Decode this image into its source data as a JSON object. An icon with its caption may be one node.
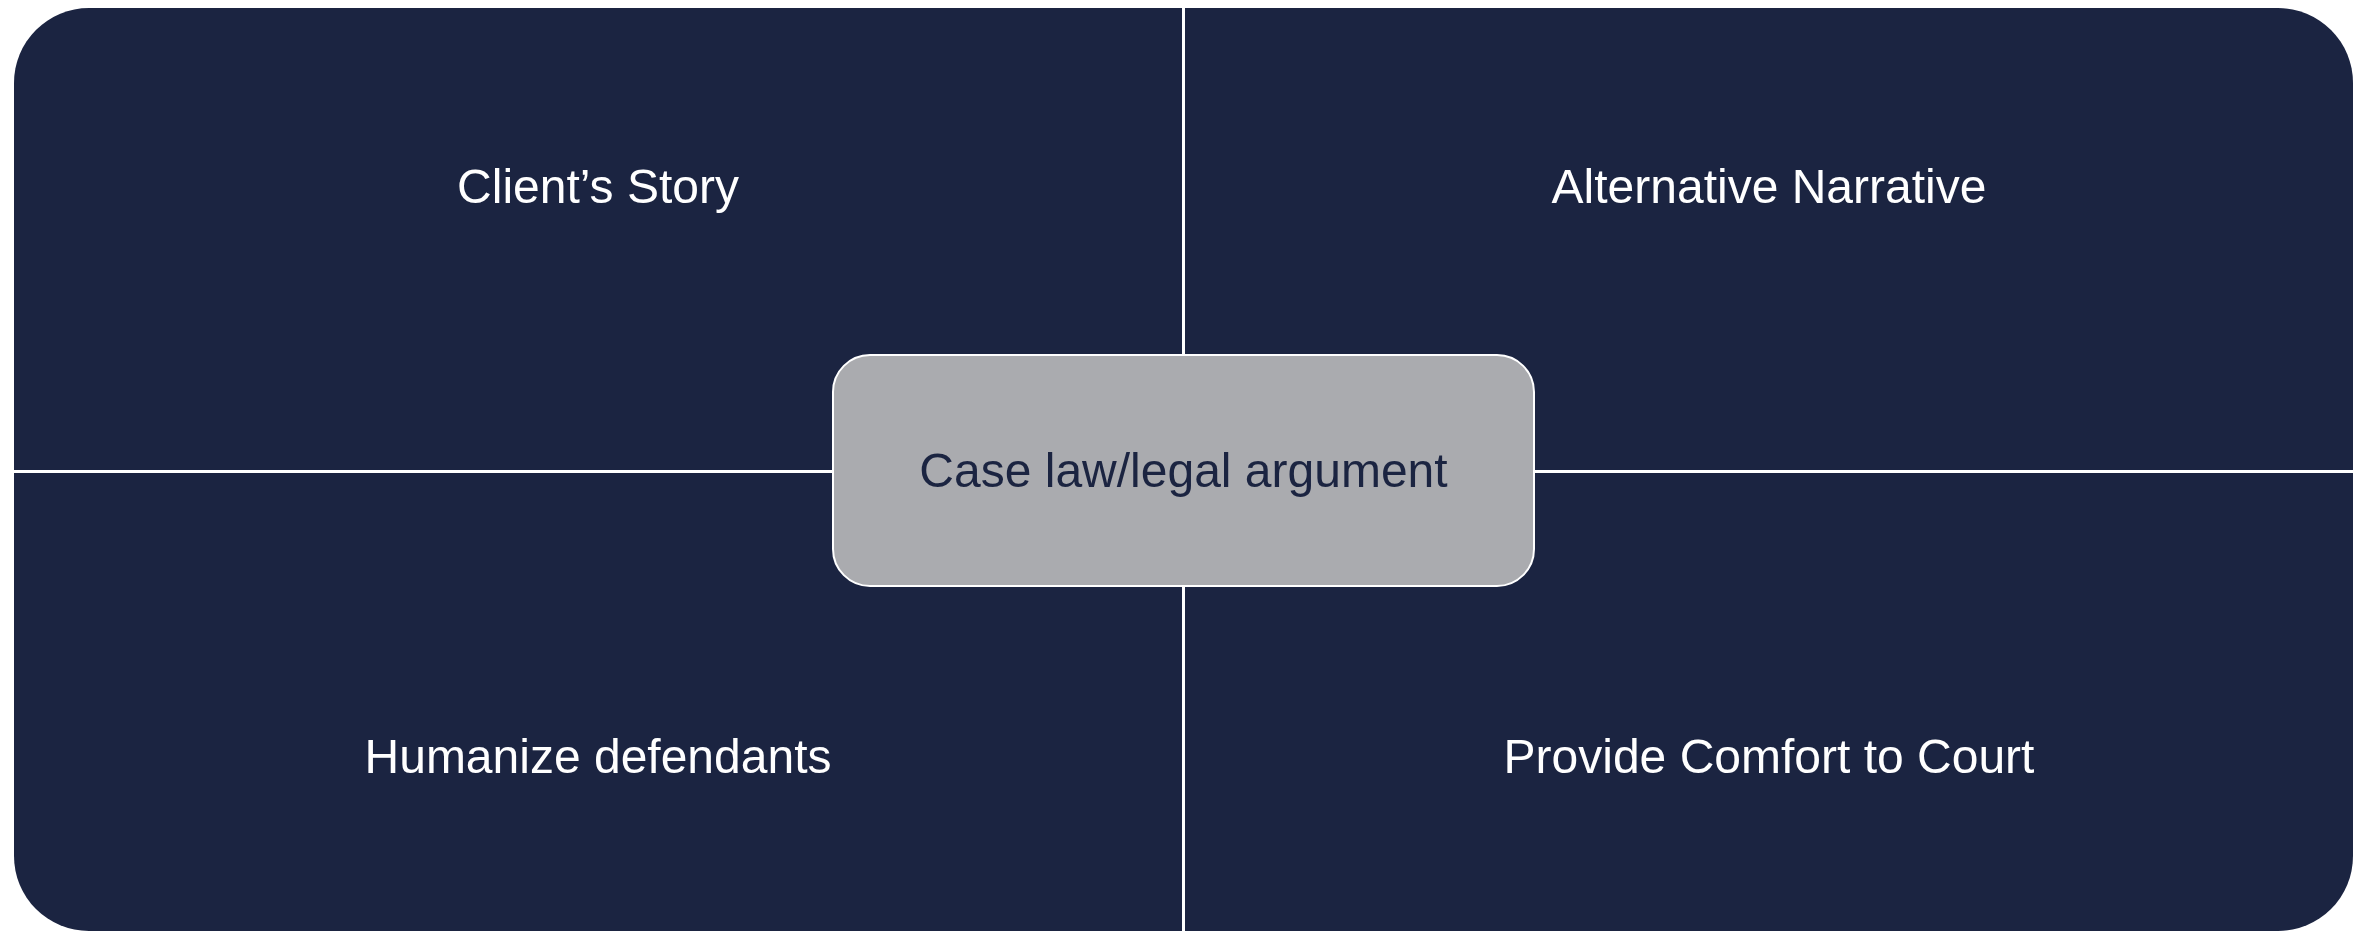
{
  "diagram": {
    "nodes": [
      {
        "text": [
          "Client’s Story"
        ]
      },
      {
        "text": [
          "Alternative Narrative"
        ]
      },
      {
        "text": [
          "Humanize defendants"
        ]
      },
      {
        "text": [
          "Provide Comfort to Court"
        ]
      },
      {
        "text": [
          "Case law/legal argument"
        ]
      }
    ]
  }
}
